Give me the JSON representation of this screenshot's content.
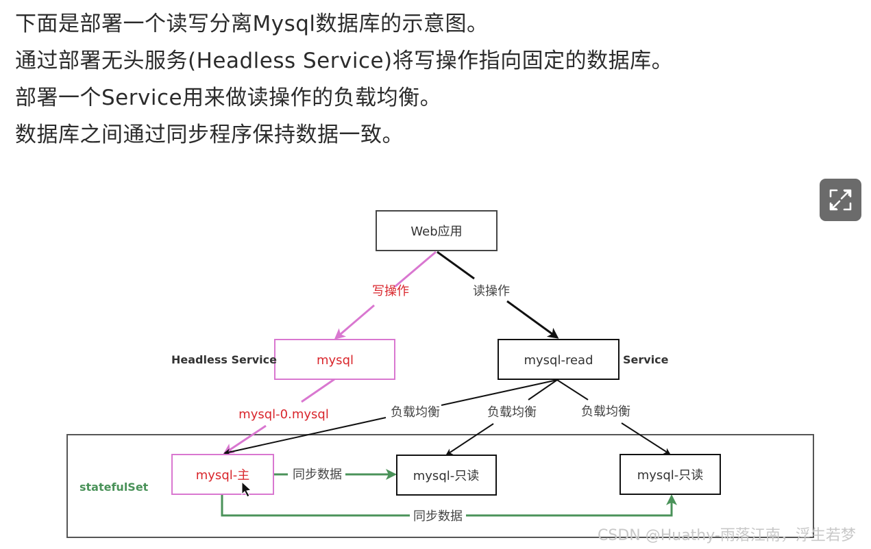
{
  "intro": {
    "lines": [
      "下面是部署一个读写分离Mysql数据库的示意图。",
      "通过部署无头服务(Headless Service)将写操作指向固定的数据库。",
      "部署一个Service用来做读操作的负载均衡。",
      "数据库之间通过同步程序保持数据一致。"
    ]
  },
  "expand_button": {
    "icon": "expand-icon"
  },
  "diagram": {
    "nodes": {
      "web_app": "Web应用",
      "headless_service": "mysql",
      "read_service": "mysql-read",
      "master": "mysql-主",
      "replica_1": "mysql-只读",
      "replica_2": "mysql-只读"
    },
    "side_labels": {
      "headless": "Headless Service",
      "service": "Service",
      "statefulset": "statefulSet"
    },
    "edge_labels": {
      "write": "写操作",
      "read": "读操作",
      "dns": "mysql-0.mysql",
      "lb_1": "负载均衡",
      "lb_2": "负载均衡",
      "lb_3": "负载均衡",
      "sync_1": "同步数据",
      "sync_2": "同步数据"
    },
    "colors": {
      "write": "#d977d0",
      "write_text": "#d9262c",
      "read": "#111111",
      "sync": "#4a9259",
      "statefulset_text": "#4a9259",
      "box_border": "#222222",
      "container_border": "#555555"
    }
  },
  "watermark": "CSDN @Huathy-雨落江南，浮生若梦"
}
